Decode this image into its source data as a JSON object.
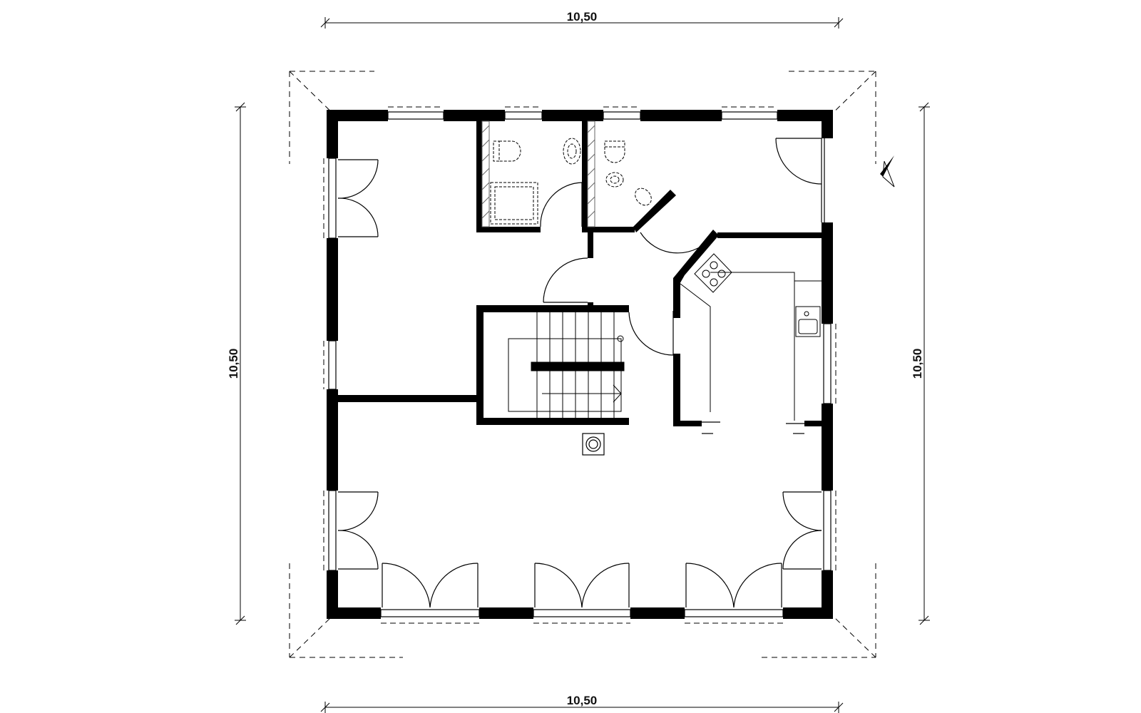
{
  "dimensions": {
    "top": "10,50",
    "bottom": "10,50",
    "left": "10,50",
    "right": "10,50"
  },
  "colors": {
    "wall": "#000000",
    "line": "#000000",
    "background": "#ffffff",
    "hatch": "#666666"
  },
  "icons": {
    "north": "north-arrow-icon",
    "chimney": "chimney-icon",
    "stove": "stove-icon",
    "sink": "sink-icon",
    "toilet": "toilet-icon",
    "washbasin": "washbasin-icon",
    "shower": "shower-icon"
  }
}
